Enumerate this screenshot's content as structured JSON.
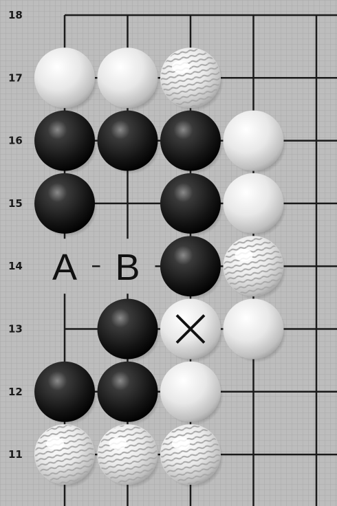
{
  "board": {
    "background": "#bdbdbd",
    "line_color": "#1a1a1a",
    "row_labels": [
      "18",
      "17",
      "16",
      "15",
      "14",
      "13",
      "12",
      "11"
    ],
    "stones": [
      {
        "col": 1,
        "row": 17,
        "color": "white"
      },
      {
        "col": 2,
        "row": 17,
        "color": "white"
      },
      {
        "col": 3,
        "row": 17,
        "color": "white-striped"
      },
      {
        "col": 1,
        "row": 16,
        "color": "black"
      },
      {
        "col": 2,
        "row": 16,
        "color": "black"
      },
      {
        "col": 3,
        "row": 16,
        "color": "black"
      },
      {
        "col": 4,
        "row": 16,
        "color": "white"
      },
      {
        "col": 1,
        "row": 15,
        "color": "black"
      },
      {
        "col": 3,
        "row": 15,
        "color": "black"
      },
      {
        "col": 4,
        "row": 15,
        "color": "white"
      },
      {
        "col": 3,
        "row": 14,
        "color": "black"
      },
      {
        "col": 4,
        "row": 14,
        "color": "white-striped"
      },
      {
        "col": 2,
        "row": 13,
        "color": "black"
      },
      {
        "col": 3,
        "row": 13,
        "color": "white",
        "mark": "x-mark"
      },
      {
        "col": 4,
        "row": 13,
        "color": "white"
      },
      {
        "col": 1,
        "row": 12,
        "color": "black"
      },
      {
        "col": 2,
        "row": 12,
        "color": "black"
      },
      {
        "col": 3,
        "row": 12,
        "color": "white"
      },
      {
        "col": 1,
        "row": 11,
        "color": "white-striped"
      },
      {
        "col": 2,
        "row": 11,
        "color": "white-striped"
      },
      {
        "col": 3,
        "row": 11,
        "color": "white-striped"
      }
    ],
    "letter_marks": [
      {
        "text": "A",
        "col": 1,
        "row": 14
      },
      {
        "text": "B",
        "col": 2,
        "row": 14
      }
    ]
  }
}
